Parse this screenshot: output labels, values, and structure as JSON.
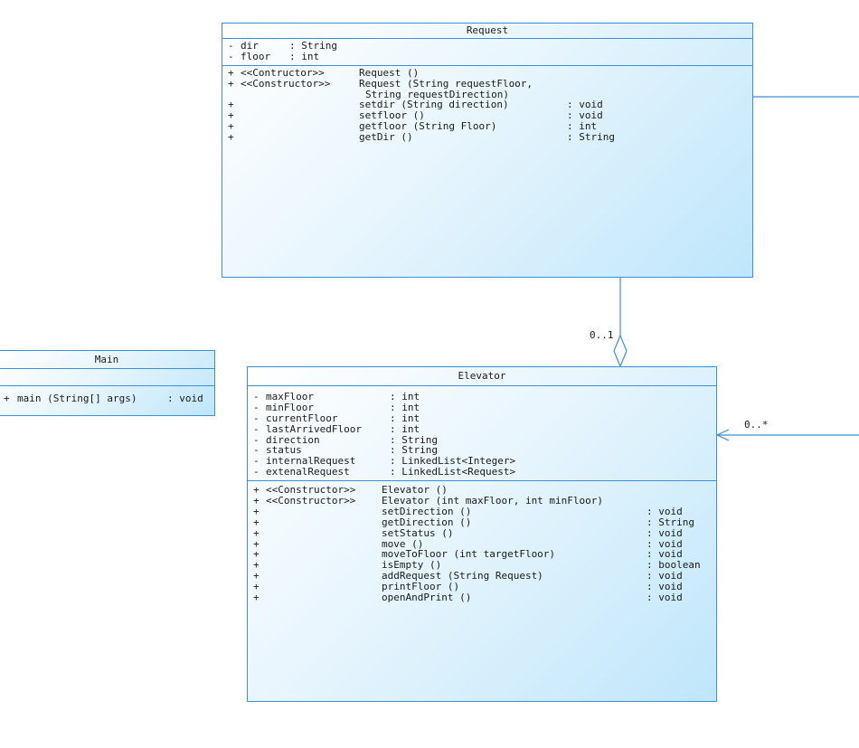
{
  "diagram": {
    "classes": {
      "request": {
        "name": "Request",
        "attributes": [
          {
            "vis": "-",
            "name": "dir",
            "type": ": String"
          },
          {
            "vis": "-",
            "name": "floor",
            "type": ": int"
          }
        ],
        "operations": [
          {
            "vis": "+",
            "stereotype": "<<Contructor>>",
            "name": "Request ()",
            "ret": ""
          },
          {
            "vis": "+",
            "stereotype": "<<Constructor>>",
            "name": "Request (String requestFloor,",
            "ret": ""
          },
          {
            "vis": "",
            "stereotype": "",
            "name": "String requestDirection)",
            "ret": ""
          },
          {
            "vis": "+",
            "stereotype": "",
            "name": "setdir (String direction)",
            "ret": ": void"
          },
          {
            "vis": "+",
            "stereotype": "",
            "name": "setfloor ()",
            "ret": ": void"
          },
          {
            "vis": "+",
            "stereotype": "",
            "name": "getfloor (String Floor)",
            "ret": ": int"
          },
          {
            "vis": "+",
            "stereotype": "",
            "name": "getDir ()",
            "ret": ": String"
          }
        ]
      },
      "main": {
        "name": "Main",
        "attributes": [],
        "operations": [
          {
            "vis": "+",
            "name": "main (String[] args)",
            "ret": ": void"
          }
        ]
      },
      "elevator": {
        "name": "Elevator",
        "attributes": [
          {
            "vis": "-",
            "name": "maxFloor",
            "type": ": int"
          },
          {
            "vis": "-",
            "name": "minFloor",
            "type": ": int"
          },
          {
            "vis": "-",
            "name": "currentFloor",
            "type": ": int"
          },
          {
            "vis": "-",
            "name": "lastArrivedFloor",
            "type": ": int"
          },
          {
            "vis": "-",
            "name": "direction",
            "type": ": String"
          },
          {
            "vis": "-",
            "name": "status",
            "type": ": String"
          },
          {
            "vis": "-",
            "name": "internalRequest",
            "type": ": LinkedList<Integer>"
          },
          {
            "vis": "-",
            "name": "extenalRequest",
            "type": ": LinkedList<Request>"
          }
        ],
        "operations": [
          {
            "vis": "+",
            "stereotype": "<<Constructor>>",
            "name": "Elevator ()",
            "ret": ""
          },
          {
            "vis": "+",
            "stereotype": "<<Constructor>>",
            "name": "Elevator (int maxFloor, int minFloor)",
            "ret": ""
          },
          {
            "vis": "+",
            "stereotype": "",
            "name": "setDirection ()",
            "ret": ": void"
          },
          {
            "vis": "+",
            "stereotype": "",
            "name": "getDirection ()",
            "ret": ": String"
          },
          {
            "vis": "+",
            "stereotype": "",
            "name": "setStatus ()",
            "ret": ": void"
          },
          {
            "vis": "+",
            "stereotype": "",
            "name": "move ()",
            "ret": ": void"
          },
          {
            "vis": "+",
            "stereotype": "",
            "name": "moveToFloor (int targetFloor)",
            "ret": ": void"
          },
          {
            "vis": "+",
            "stereotype": "",
            "name": "isEmpty ()",
            "ret": ": boolean"
          },
          {
            "vis": "+",
            "stereotype": "",
            "name": "addRequest (String Request)",
            "ret": ": void"
          },
          {
            "vis": "+",
            "stereotype": "",
            "name": "printFloor ()",
            "ret": ": void"
          },
          {
            "vis": "+",
            "stereotype": "",
            "name": "openAndPrint ()",
            "ret": ": void"
          }
        ]
      }
    },
    "relations": {
      "request_elevator_multiplicity": "0..1",
      "external_elevator_multiplicity": "0..*"
    },
    "colors": {
      "border": "#3c8fd9",
      "fill_light": "#ffffff",
      "fill_dark": "#bfe6fb"
    }
  }
}
